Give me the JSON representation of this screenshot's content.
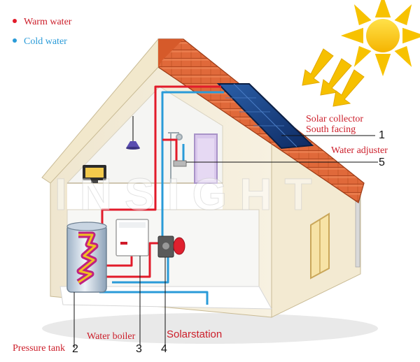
{
  "legend": {
    "warm_label": "Warm water",
    "cold_label": "Cold water",
    "warm_color": "#e21b2a",
    "cold_color": "#2a9bd8"
  },
  "watermark": {
    "text": "INSIGHT"
  },
  "components": [
    {
      "number": "1",
      "label_lines": [
        "Solar collector",
        "South facing"
      ]
    },
    {
      "number": "5",
      "label_lines": [
        "Water adjuster"
      ]
    },
    {
      "number": "2",
      "label_lines": [
        "Pressure tank"
      ]
    },
    {
      "number": "3",
      "label_lines": [
        "Water boiler"
      ]
    },
    {
      "number": "4",
      "label_lines": [
        "Solarstation"
      ]
    }
  ],
  "icons": [
    "sun-icon",
    "sunray-arrow-icon",
    "solar-panel-icon",
    "tv-icon",
    "ceiling-lamp-icon",
    "shower-icon",
    "pump-icon",
    "expansion-vessel-icon"
  ]
}
